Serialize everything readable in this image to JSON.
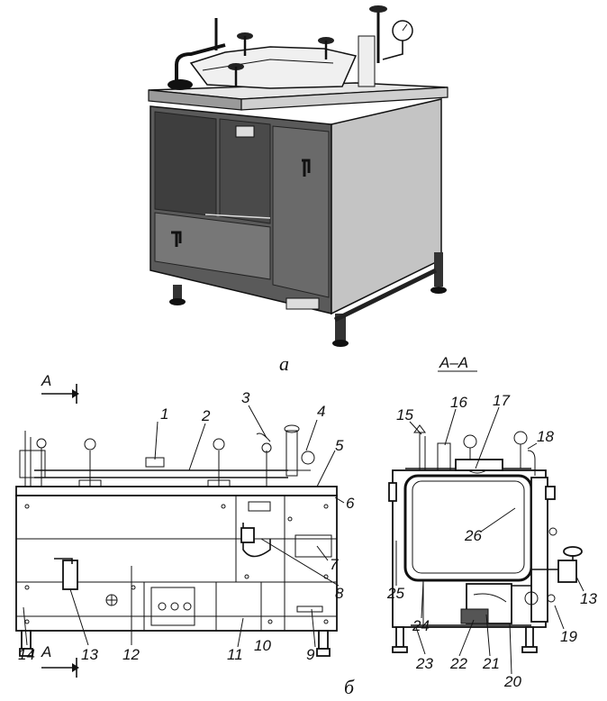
{
  "captions": {
    "view_a": "а",
    "view_b": "б",
    "section": "А–А"
  },
  "section_marks": {
    "top": "А",
    "bottom": "А"
  },
  "labels": {
    "l1": "1",
    "l2": "2",
    "l3": "3",
    "l4": "4",
    "l5": "5",
    "l6": "6",
    "l7": "7",
    "l8": "8",
    "l9": "9",
    "l10": "10",
    "l11": "11",
    "l12": "12",
    "l13": "13",
    "l13b": "13",
    "l14": "14",
    "l15": "15",
    "l16": "16",
    "l17": "17",
    "l18": "18",
    "l19": "19",
    "l20": "20",
    "l21": "21",
    "l22": "22",
    "l23": "23",
    "l24": "24",
    "l25": "25",
    "l26": "26"
  }
}
